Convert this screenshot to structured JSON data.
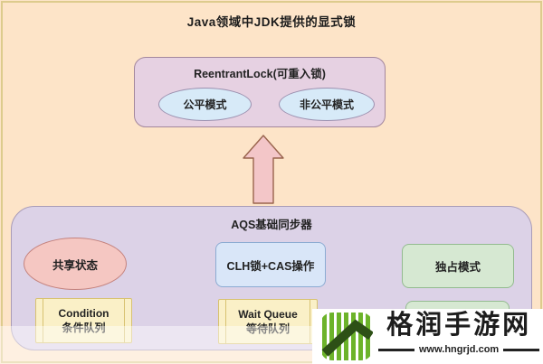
{
  "page": {
    "title": "Java领域中JDK提供的显式锁"
  },
  "reentrantlock": {
    "title": "ReentrantLock(可重入锁)",
    "fair_mode": "公平模式",
    "unfair_mode": "非公平模式"
  },
  "aqs": {
    "title": "AQS基础同步器",
    "shared_state": "共享状态",
    "clh_cas": "CLH锁+CAS操作",
    "exclusive_mode": "独占模式",
    "condition_en": "Condition",
    "condition_zh": "条件队列",
    "wait_queue_en": "Wait Queue",
    "wait_queue_zh": "等待队列"
  },
  "watermark": {
    "site_name": "格润手游网",
    "url": "www.hngrjd.com"
  },
  "icons": {
    "up_arrow": "upward flow arrow",
    "logo": "green striped house logo"
  },
  "colors": {
    "background": "#fde4c8",
    "frame_border": "#ddcb8d",
    "reentrant_fill": "#e6d1e2",
    "aqs_fill": "#dcd2e7",
    "blue_fill": "#d7eaf8",
    "pink_fill": "#f5c7c2",
    "green_fill": "#d6e8d2",
    "yellow_fill": "#faf0c7",
    "arrow_fill": "#f3c6c8",
    "watermark_bg": "#ffffff",
    "logo_green": "#6cb32a",
    "logo_dark_green": "#2d5016"
  }
}
